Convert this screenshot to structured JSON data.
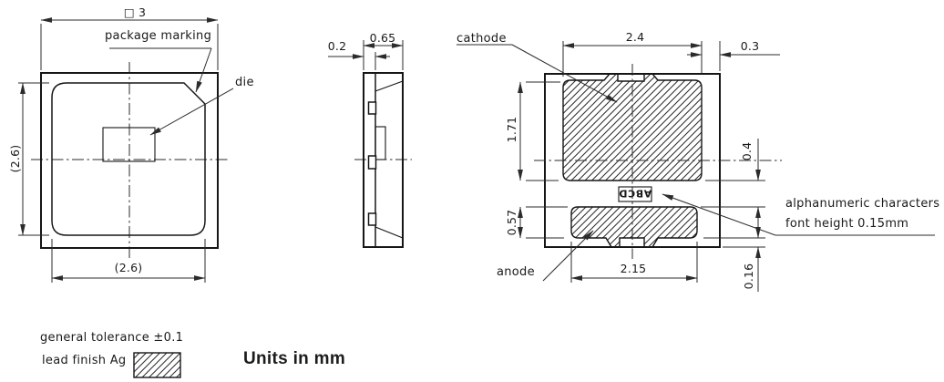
{
  "top_view": {
    "dim_overall": "□ 3",
    "label_package_marking": "package marking",
    "label_die": "die",
    "dim_height": "(2.6)",
    "dim_width": "(2.6)"
  },
  "side_view": {
    "dim_standoff": "0.2",
    "dim_thickness": "0.65"
  },
  "bottom_view": {
    "label_cathode": "cathode",
    "label_anode": "anode",
    "marking_text": "ABCD",
    "dim_cathode_width": "2.4",
    "dim_edge_gap": "0.3",
    "dim_cathode_height": "1.71",
    "dim_pad_gap": "0.4",
    "dim_anode_height": "0.57",
    "dim_anode_width": "2.15",
    "dim_bottom_gap": "0.16",
    "note_font_line1": "alphanumeric characters",
    "note_font_line2": "font height 0.15mm"
  },
  "footer": {
    "tolerance_note": "general tolerance ±0.1",
    "lead_finish_note": "lead finish Ag",
    "units_note": "Units in mm"
  }
}
